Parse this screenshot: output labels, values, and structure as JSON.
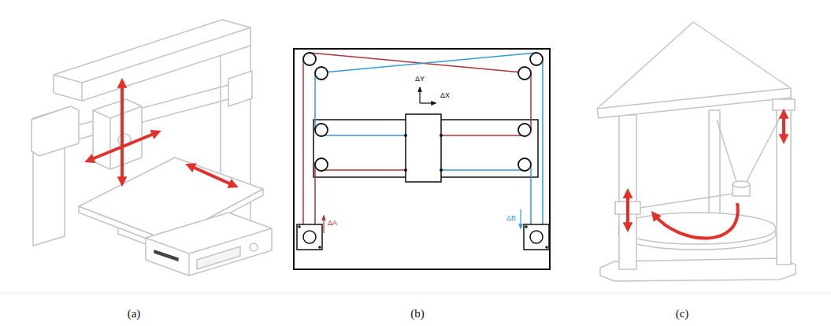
{
  "diagram": {
    "labels": [
      "ΔY",
      "ΔX",
      "ΔA",
      "ΔB",
      "(a)",
      "(b)",
      "(c)"
    ]
  }
}
